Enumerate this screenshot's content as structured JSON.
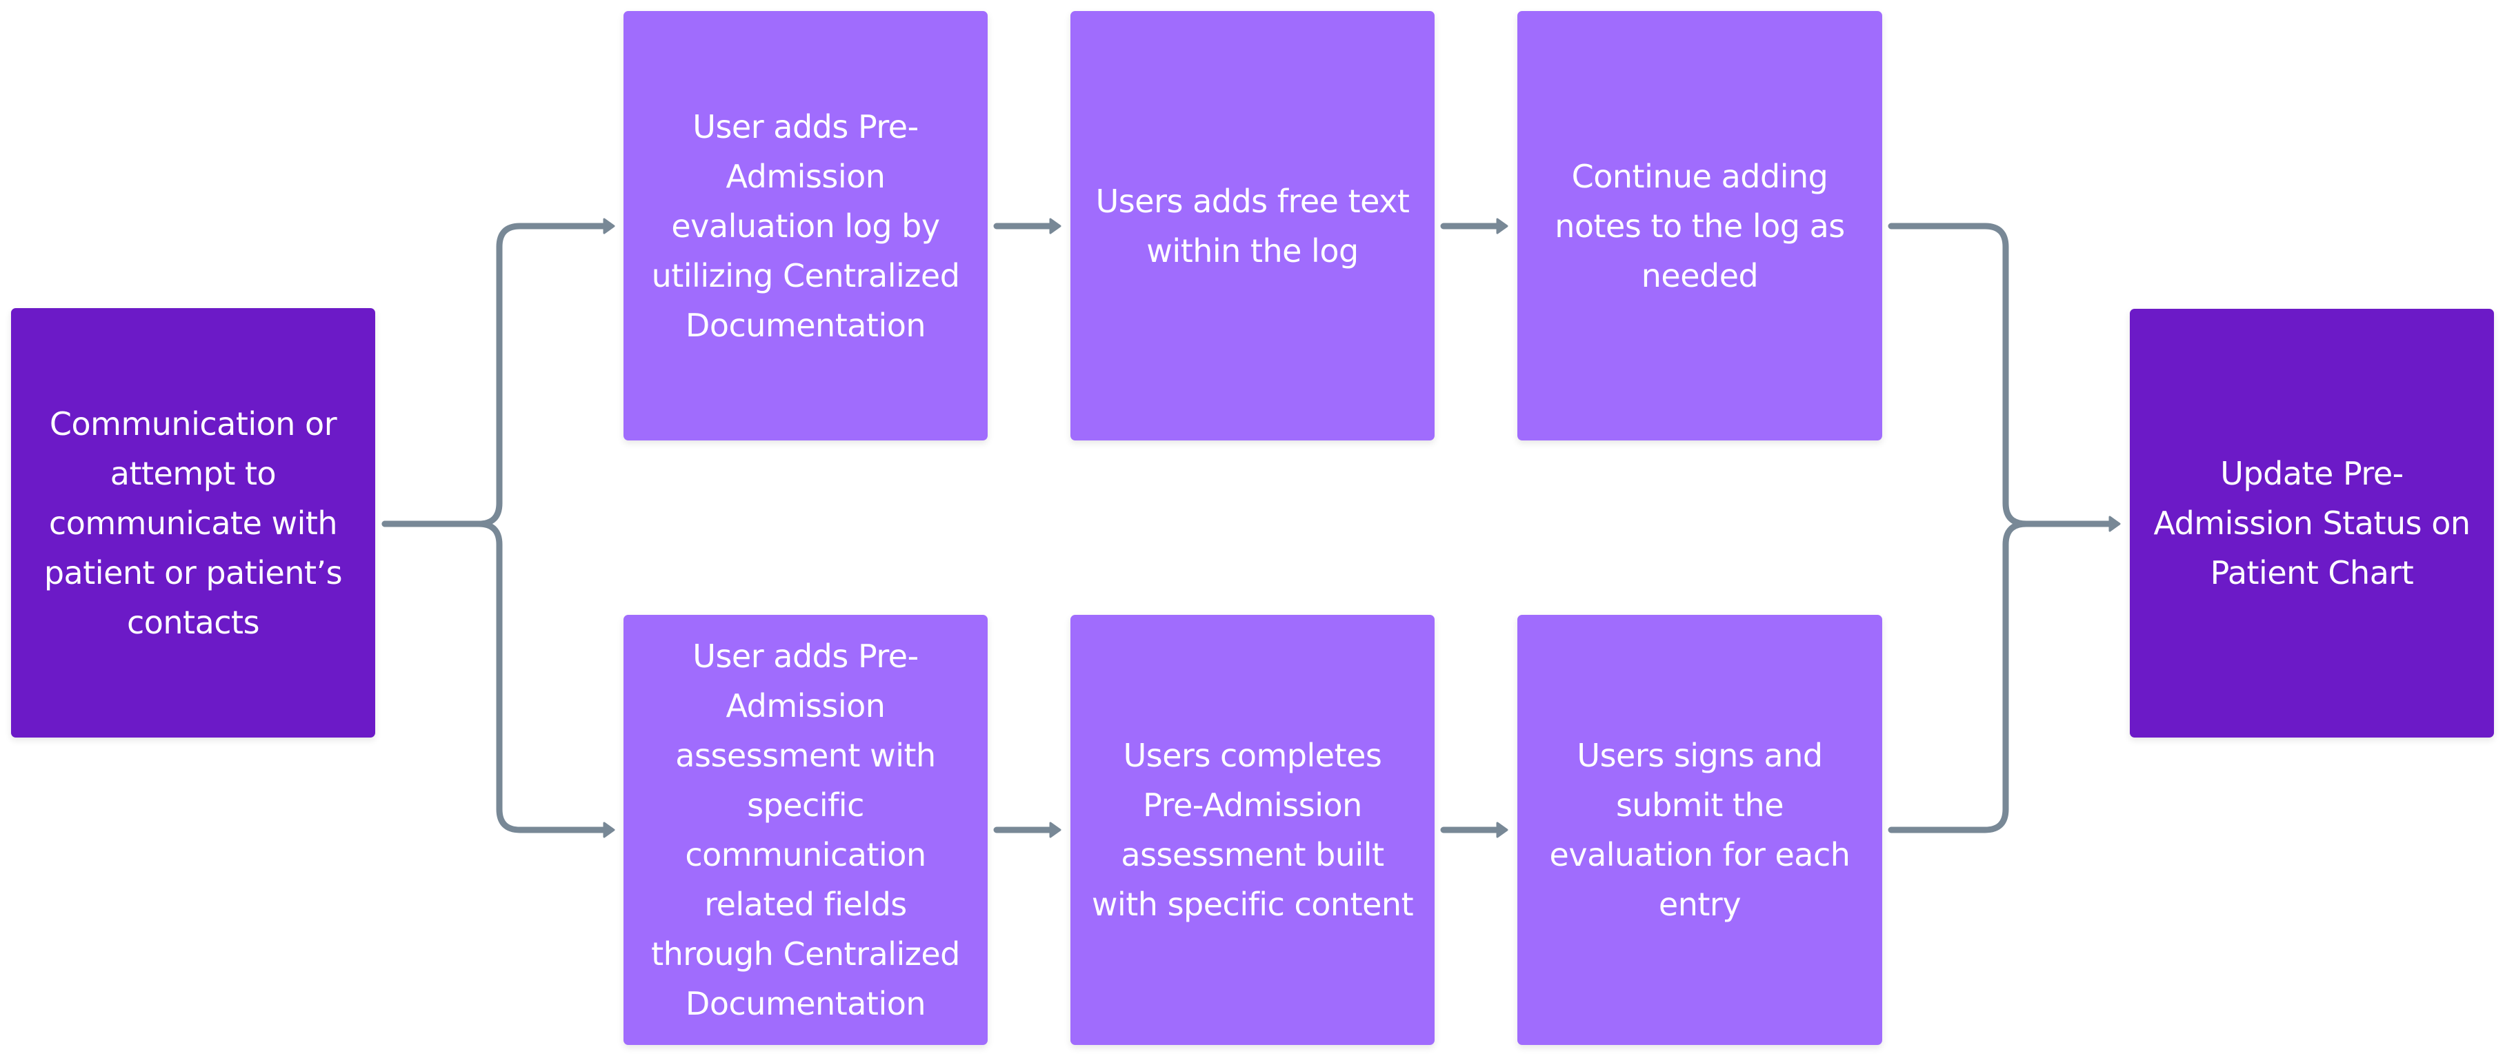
{
  "diagram": {
    "type": "flowchart",
    "colors": {
      "start_end_node": "#6c1ac7",
      "step_node": "#a06cfd",
      "connector": "#788896",
      "text": "#ffffff",
      "background": "#ffffff"
    },
    "nodes": {
      "start": {
        "id": "start",
        "label": "Communication or\nattempt to\ncommunicate with\npatient or patient’s\ncontacts"
      },
      "top_1": {
        "id": "top_1",
        "label": "User adds Pre-\nAdmission\nevaluation log by\nutilizing Centralized\nDocumentation"
      },
      "top_2": {
        "id": "top_2",
        "label": "Users adds free text\nwithin the log"
      },
      "top_3": {
        "id": "top_3",
        "label": "Continue adding\nnotes to the log as\nneeded"
      },
      "bottom_1": {
        "id": "bottom_1",
        "label": "User adds Pre-\nAdmission\nassessment with\nspecific\ncommunication\nrelated fields\nthrough Centralized\nDocumentation"
      },
      "bottom_2": {
        "id": "bottom_2",
        "label": "Users completes\nPre-Admission\nassessment built\nwith specific content"
      },
      "bottom_3": {
        "id": "bottom_3",
        "label": "Users signs and\nsubmit the\nevaluation for each\nentry"
      },
      "end": {
        "id": "end",
        "label": "Update Pre-\nAdmission Status on\nPatient Chart"
      }
    },
    "edges": [
      {
        "from": "start",
        "to": "top_1"
      },
      {
        "from": "start",
        "to": "bottom_1"
      },
      {
        "from": "top_1",
        "to": "top_2"
      },
      {
        "from": "top_2",
        "to": "top_3"
      },
      {
        "from": "bottom_1",
        "to": "bottom_2"
      },
      {
        "from": "bottom_2",
        "to": "bottom_3"
      },
      {
        "from": "top_3",
        "to": "end"
      },
      {
        "from": "bottom_3",
        "to": "end"
      }
    ]
  }
}
